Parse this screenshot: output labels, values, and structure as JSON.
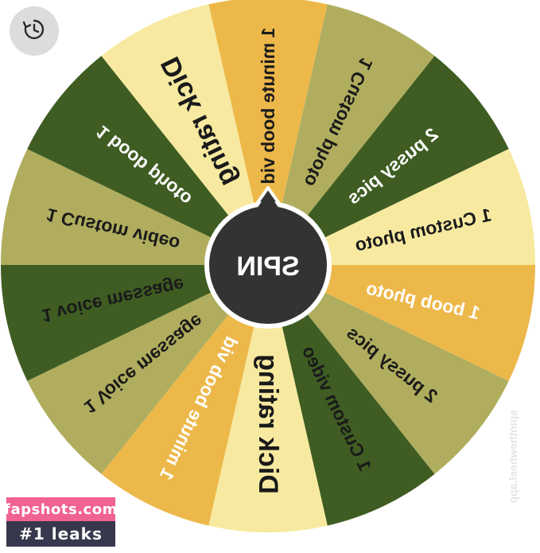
{
  "wheel": {
    "spin_label": "SPIN",
    "segments": [
      {
        "label": "1 minute boob vid",
        "color": "#edb84a"
      },
      {
        "label": "Dick rating",
        "color": "#b0ad5e"
      },
      {
        "label": "1 boob photo",
        "color": "#3f5d22"
      },
      {
        "label": "1 Custom video",
        "color": "#f7eaa0"
      },
      {
        "label": "1 voice message",
        "color": "#edb84a"
      },
      {
        "label": "1 Voice message",
        "color": "#b0ad5e"
      },
      {
        "label": "1 minute boob vid",
        "color": "#3f5d22"
      },
      {
        "label": "Dick rating",
        "color": "#f7eaa0"
      },
      {
        "label": "1 Custom video",
        "color": "#edb84a"
      },
      {
        "label": "2 pussy pics",
        "color": "#b0ad5e"
      },
      {
        "label": "1 boob photo",
        "color": "#3f5d22"
      },
      {
        "label": "1 Custom photo",
        "color": "#b0ad5e"
      },
      {
        "label": "2 pussy pics",
        "color": "#3f5d22"
      },
      {
        "label": "1 Custom photo",
        "color": "#f7eaa0"
      }
    ],
    "text_colors": {
      "light_bg": "#1a1a1a",
      "dark_bg": "#ffffff"
    },
    "hub_color": "#333333",
    "hub_ring_color": "#ffffff"
  },
  "toolbar": {
    "reset_icon": "history-icon"
  },
  "watermark": {
    "brand": "fapshots.com",
    "tag": "#1 leaks",
    "side_text": "spinthewheel.app"
  }
}
